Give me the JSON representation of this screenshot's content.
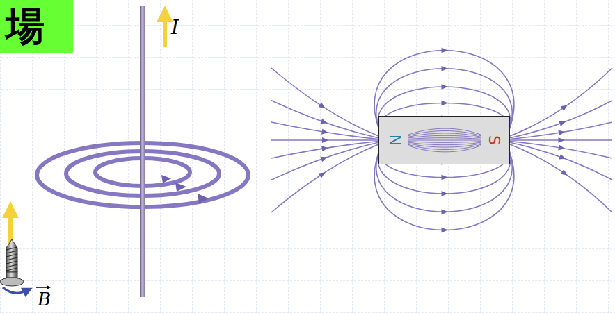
{
  "diagram": {
    "nodes": [
      {
        "text": [
          "場"
        ]
      },
      {
        "text": [
          "N",
          "S"
        ]
      }
    ],
    "labels": [
      "I",
      "B"
    ]
  }
}
